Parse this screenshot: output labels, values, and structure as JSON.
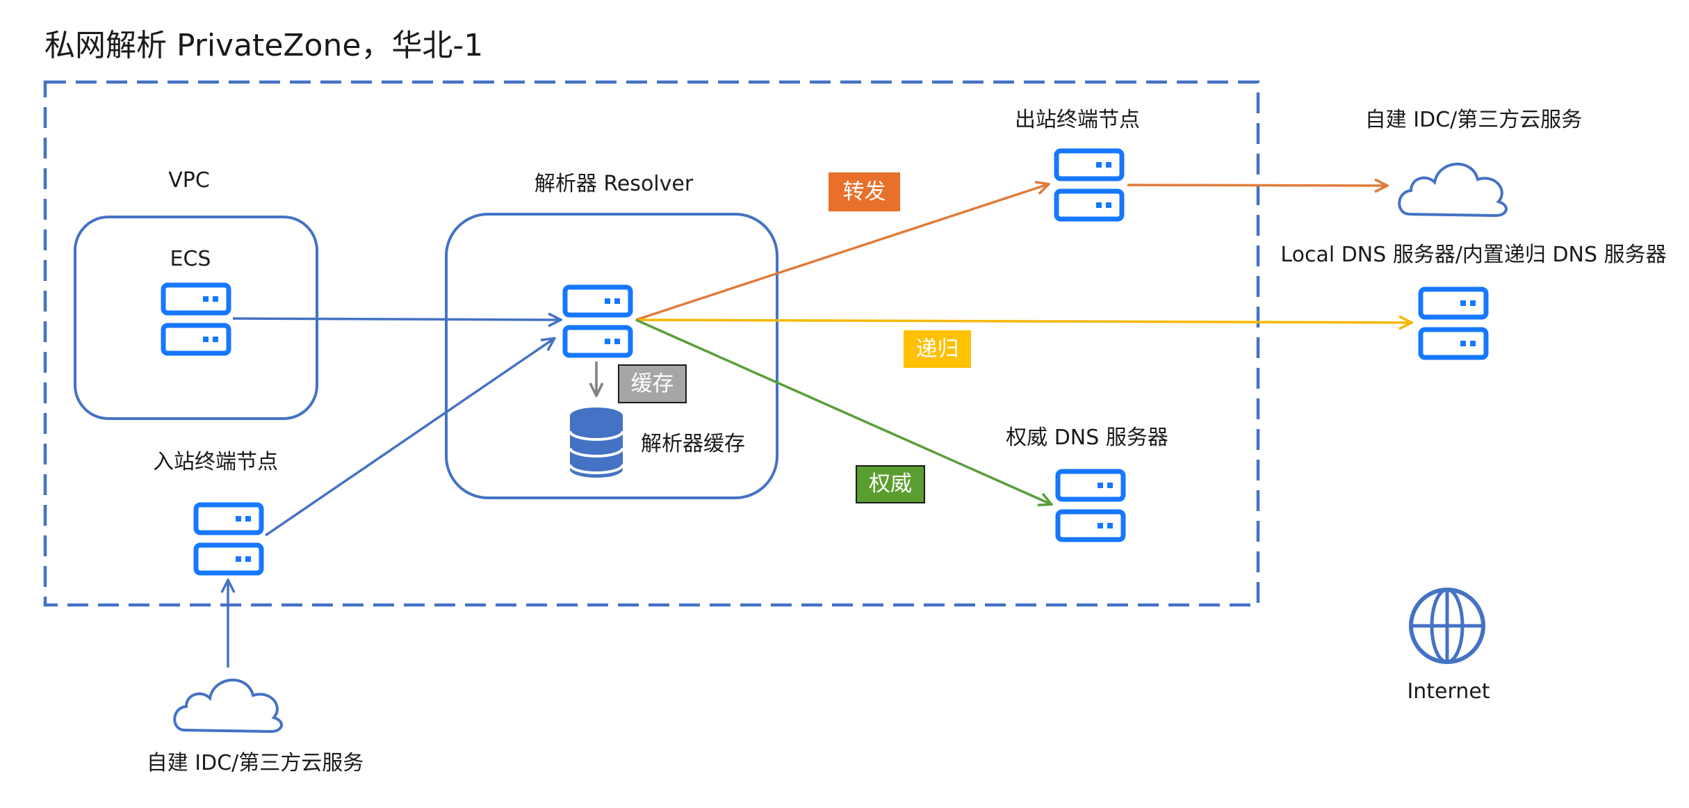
{
  "title": "私网解析 PrivateZone，华北-1",
  "labels": {
    "vpc": "VPC",
    "ecs": "ECS",
    "resolver": "解析器 Resolver",
    "resolver_cache": "解析器缓存",
    "inbound_node": "入站终端节点",
    "outbound_node": "出站终端节点",
    "idc_top": "自建 IDC/第三方云服务",
    "idc_bottom": "自建 IDC/第三方云服务",
    "local_dns": "Local DNS 服务器/内置递归 DNS 服务器",
    "auth_dns": "权威 DNS 服务器",
    "internet": "Internet"
  },
  "tags": {
    "forward": "转发",
    "recursive": "递归",
    "authoritative": "权威",
    "cache": "缓存"
  },
  "colors": {
    "server_blue": "#1677ff",
    "box_blue": "#4472c4",
    "forward_orange": "#e07b39",
    "recursive_yellow": "#f5b800",
    "authoritative_green": "#5a9e3a",
    "cache_gray": "#8c8c8c",
    "forward_tag_bg": "#e8702a",
    "recursive_tag_bg": "#ffc000",
    "authoritative_tag_bg": "#5a9e2f",
    "cache_tag_bg": "#a6a6a6"
  },
  "icons": {
    "server": "server-icon",
    "cloud": "cloud-icon",
    "database": "database-icon",
    "globe": "globe-icon"
  }
}
